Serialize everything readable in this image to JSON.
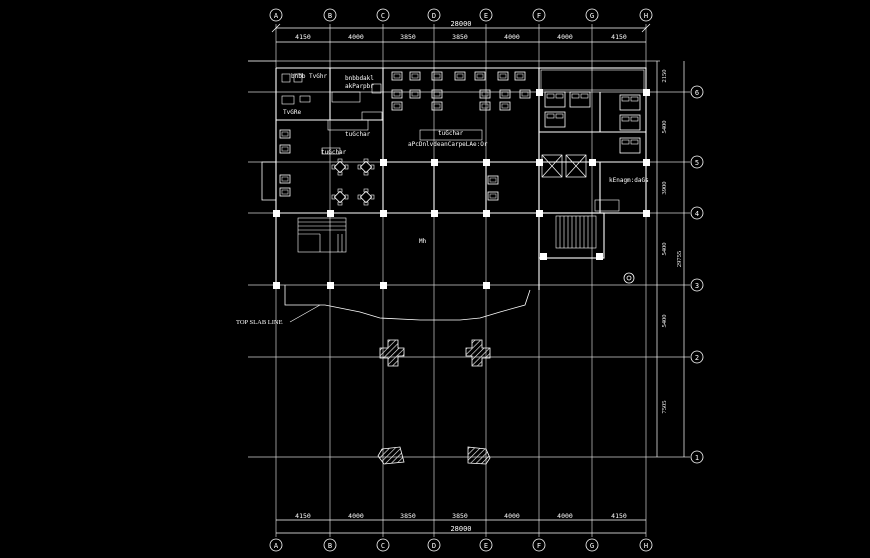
{
  "grid": {
    "columns": [
      "A",
      "B",
      "C",
      "D",
      "E",
      "F",
      "G",
      "H"
    ],
    "rows": [
      "6",
      "5",
      "4",
      "3",
      "2",
      "1"
    ],
    "column_spacings": [
      "4150",
      "4000",
      "3850",
      "3850",
      "4000",
      "4000",
      "4150"
    ],
    "total_width": "28000",
    "row_spacings": [
      "2150",
      "5400",
      "3900",
      "5400",
      "5400",
      "7505"
    ],
    "total_height": "29755"
  },
  "labels": {
    "top_slab_line": "TOP SLAB LINE",
    "room_kitchen_1": "bnbb TvGhr",
    "room_kitchen_2": "bnbbdakl",
    "room_kitchen_3": "akParpbr",
    "room_small": "TvGRe",
    "room_lbl_a": "tuGchar",
    "room_lbl_b": "tuGchar",
    "room_lbl_c": "tuGchar",
    "room_dining": "aPcDnlvdeanCarpeLAe:Or",
    "room_hall": "Mh",
    "room_lift": "kEnagm:daGs"
  },
  "colors": {
    "background": "#000000",
    "lines": "#ffffff",
    "grid": "#d8d8d8"
  }
}
